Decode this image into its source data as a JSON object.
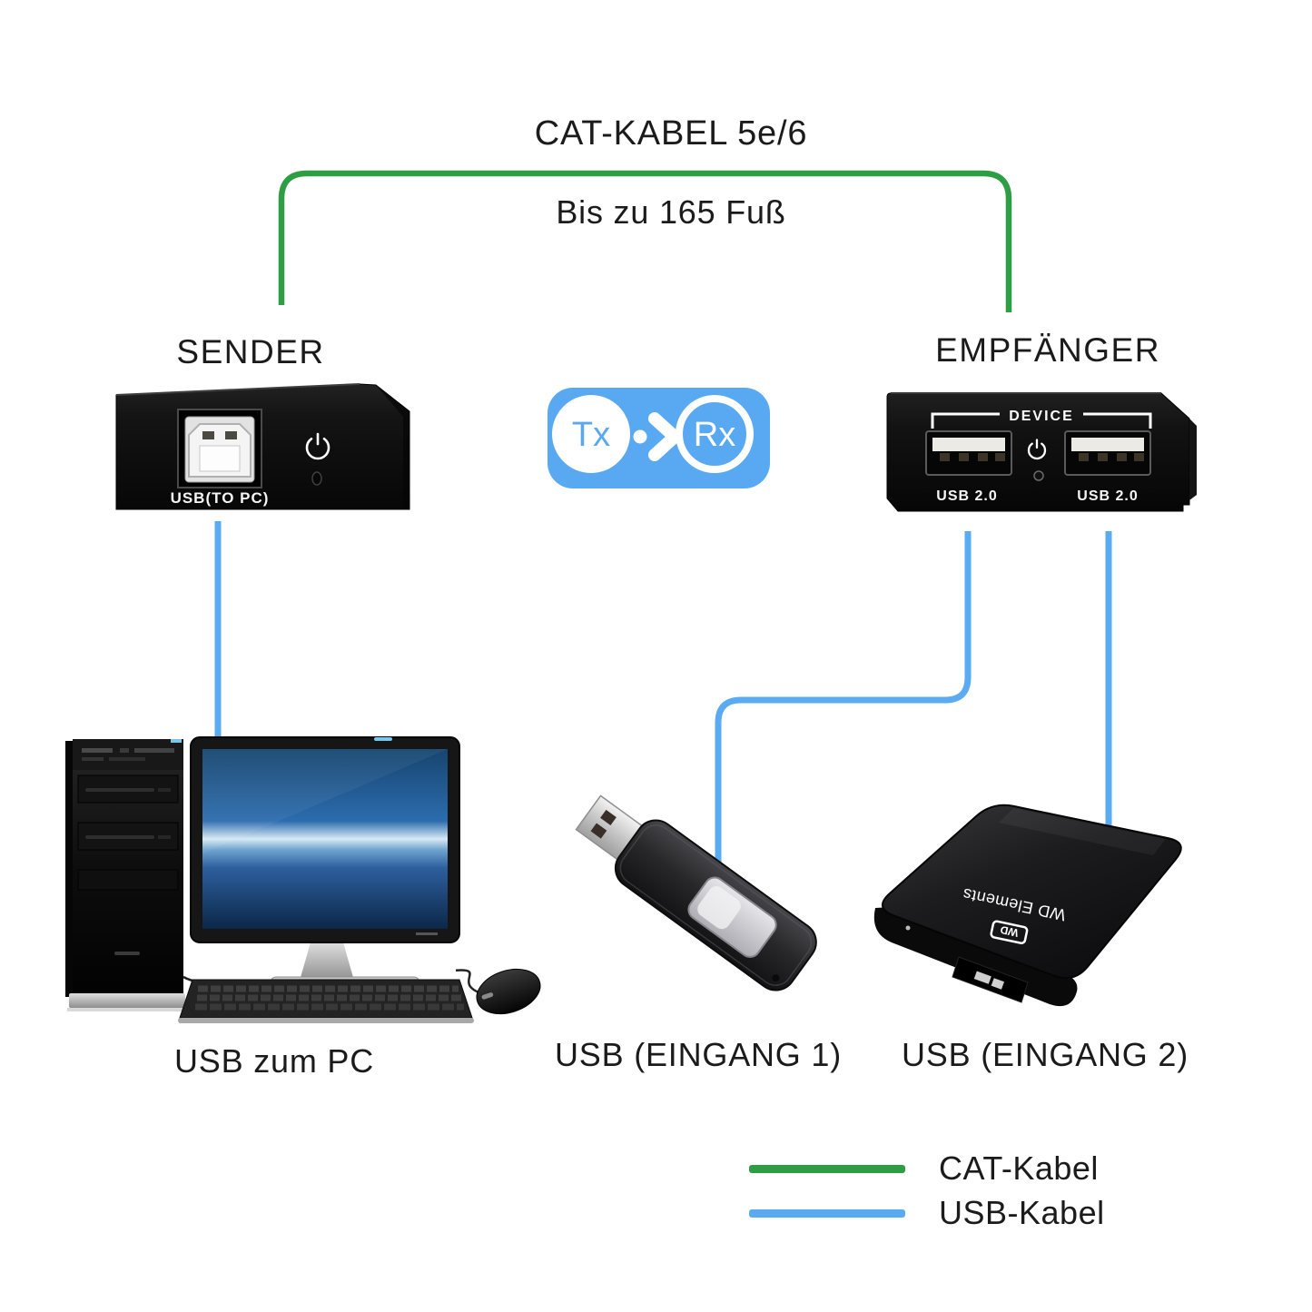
{
  "colors": {
    "cat_cable_green": "#2e9e44",
    "usb_cable_blue": "#5aabf2",
    "badge_blue": "#58a9f1",
    "text_color": "#1b1b1b",
    "bg_color": "#ffffff"
  },
  "header": {
    "title": "CAT-KABEL 5e/6",
    "subtitle": "Bis zu 165 Fuß"
  },
  "sender": {
    "label": "SENDER",
    "port_label": "USB(TO PC)"
  },
  "badge": {
    "tx": "Tx",
    "rx": "Rx"
  },
  "receiver": {
    "label": "EMPFÄNGER",
    "group_label": "DEVICE",
    "port1_label": "USB 2.0",
    "port2_label": "USB 2.0"
  },
  "captions": {
    "pc": "USB zum PC",
    "input1": "USB (EINGANG 1)",
    "input2": "USB (EINGANG 2)"
  },
  "hdd": {
    "brand": "WD Elements",
    "logo": "WD"
  },
  "legend": {
    "cat_label": "CAT-Kabel",
    "usb_label": "USB-Kabel"
  }
}
